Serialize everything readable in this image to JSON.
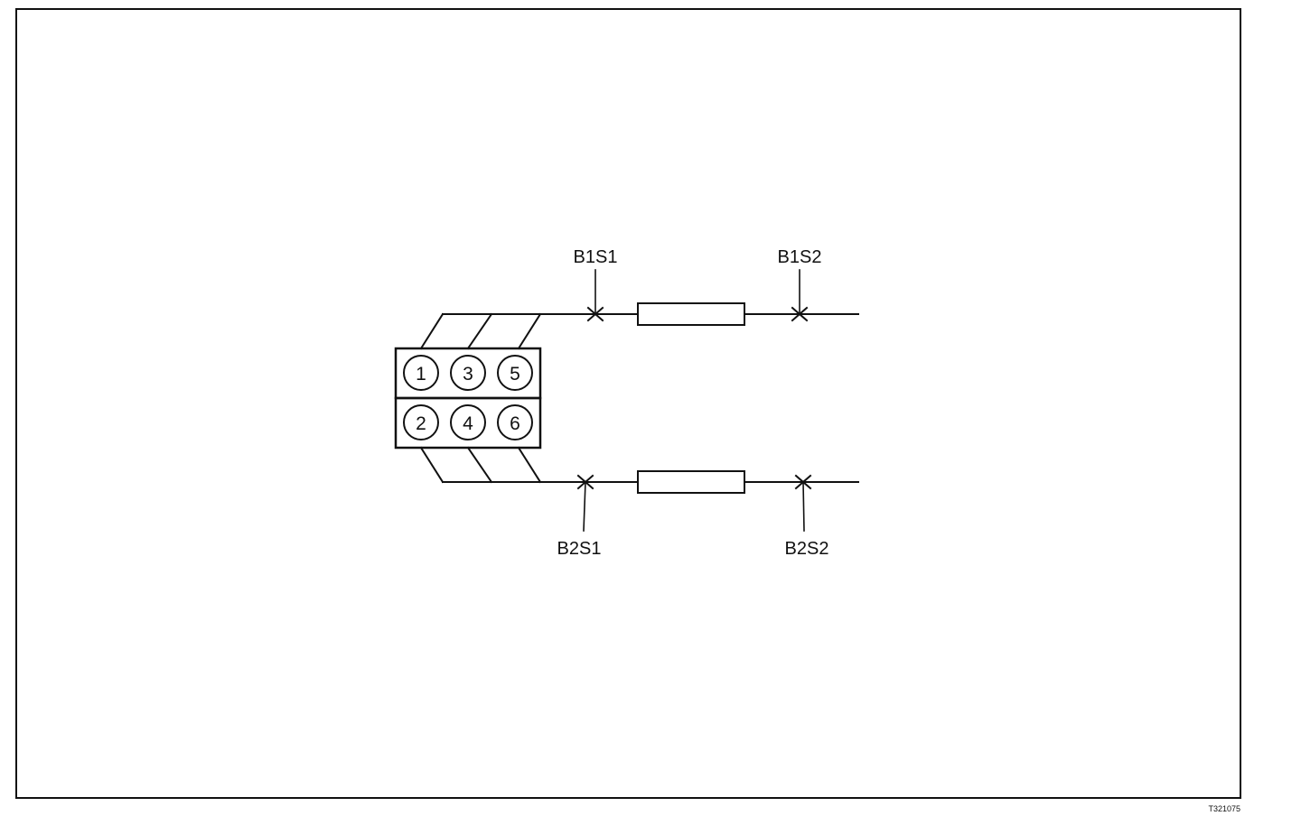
{
  "engine": {
    "bank1_cylinders": [
      "1",
      "3",
      "5"
    ],
    "bank2_cylinders": [
      "2",
      "4",
      "6"
    ]
  },
  "sensors": {
    "b1s1": "B1S1",
    "b1s2": "B1S2",
    "b2s1": "B2S1",
    "b2s2": "B2S2"
  },
  "figure_ref": "T321075",
  "colors": {
    "line": "#111111",
    "background": "#ffffff"
  }
}
